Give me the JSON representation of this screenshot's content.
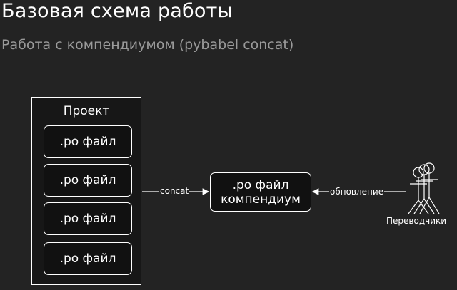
{
  "header": {
    "title": "Базовая схема работы",
    "subtitle": "Работа с компендиумом (pybabel concat)"
  },
  "diagram": {
    "project": {
      "label": "Проект",
      "files": [
        ".po файл",
        ".po файл",
        ".po файл",
        ".po файл"
      ]
    },
    "compendium": {
      "line1": ".po файл",
      "line2": "компендиум"
    },
    "edges": {
      "concat": "concat",
      "update": "обновление"
    },
    "actor": {
      "label": "Переводчики",
      "icon": "people-group-icon"
    }
  },
  "colors": {
    "background": "#232323",
    "box_fill": "#111111",
    "stroke": "#ffffff",
    "subtitle": "#9a9a9a"
  }
}
